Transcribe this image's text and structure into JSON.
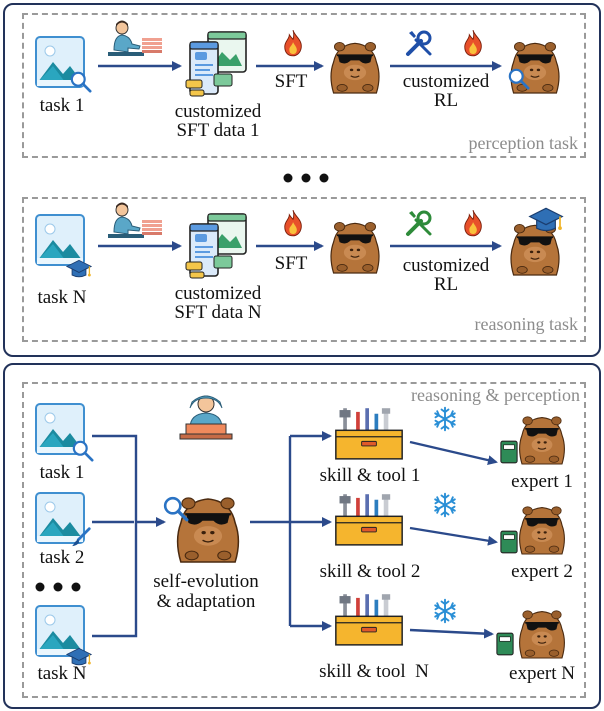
{
  "top": {
    "rows": [
      {
        "task_label": "task 1",
        "data_label_line1": "customized",
        "data_label_line2": "SFT data 1",
        "sft_label": "SFT",
        "rl_label_line1": "customized",
        "rl_label_line2": "RL",
        "section_label": "perception task",
        "task_badge_icon": "magnifier-icon",
        "final_accessory_icon": "magnifier-icon",
        "tool_icon_color": "#1f4fa8"
      },
      {
        "task_label": "task N",
        "data_label_line1": "customized",
        "data_label_line2": "SFT data N",
        "sft_label": "SFT",
        "rl_label_line1": "customized",
        "rl_label_line2": "RL",
        "section_label": "reasoning task",
        "task_badge_icon": "graduation-cap-icon",
        "final_accessory_icon": "graduation-cap-icon",
        "tool_icon_color": "#2e8b3a"
      }
    ]
  },
  "bottom": {
    "section_label": "reasoning & perception",
    "tasks": [
      {
        "label": "task 1",
        "badge_icon": "magnifier-icon"
      },
      {
        "label": "task 2",
        "badge_icon": "brush-icon"
      },
      {
        "label": "task N",
        "badge_icon": "graduation-cap-icon"
      }
    ],
    "center_label_line1": "self-evolution",
    "center_label_line2": "& adaptation",
    "toolboxes": [
      {
        "label": "skill & tool 1",
        "expert_label": "expert 1"
      },
      {
        "label": "skill & tool 2",
        "expert_label": "expert 2"
      },
      {
        "label": "skill & tool  N",
        "expert_label": "expert N"
      }
    ]
  },
  "colors": {
    "panel_border": "#22325a",
    "arrow": "#2b4a8b",
    "capybara": "#b5743a",
    "fire": "#e8502a",
    "snowflake": "#2a8fd6",
    "toolbox": "#f5b52e"
  }
}
